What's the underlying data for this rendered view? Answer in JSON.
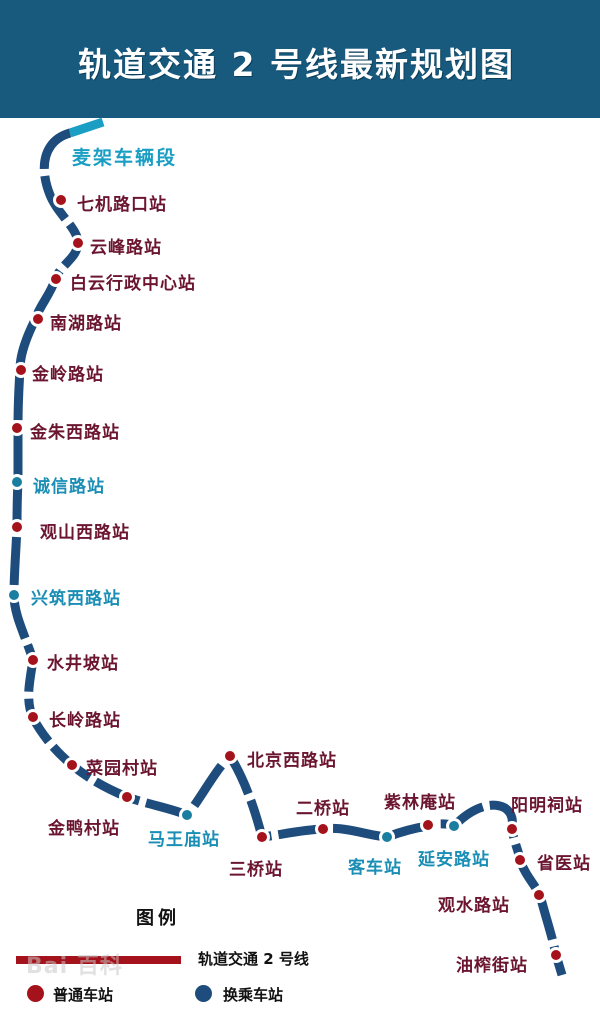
{
  "header": {
    "title": "轨道交通 2 号线最新规划图",
    "background": "#175a7e"
  },
  "depot": {
    "label": "麦架车辆段",
    "color": "#1a9ec4"
  },
  "colors": {
    "line": "#1e4c7c",
    "normal_station": "#a4121b",
    "transfer_station": "#1a7ea0",
    "normal_label": "#6b1530",
    "transfer_label": "#1a8eb5"
  },
  "stations": [
    {
      "name": "七机路口站",
      "type": "normal"
    },
    {
      "name": "云峰路站",
      "type": "normal"
    },
    {
      "name": "白云行政中心站",
      "type": "normal"
    },
    {
      "name": "南湖路站",
      "type": "normal"
    },
    {
      "name": "金岭路站",
      "type": "normal"
    },
    {
      "name": "金朱西路站",
      "type": "normal"
    },
    {
      "name": "诚信路站",
      "type": "transfer"
    },
    {
      "name": "观山西路站",
      "type": "normal"
    },
    {
      "name": "兴筑西路站",
      "type": "transfer"
    },
    {
      "name": "水井坡站",
      "type": "normal"
    },
    {
      "name": "长岭路站",
      "type": "normal"
    },
    {
      "name": "菜园村站",
      "type": "normal"
    },
    {
      "name": "金鸭村站",
      "type": "normal"
    },
    {
      "name": "马王庙站",
      "type": "transfer"
    },
    {
      "name": "北京西路站",
      "type": "normal"
    },
    {
      "name": "三桥站",
      "type": "normal"
    },
    {
      "name": "二桥站",
      "type": "normal"
    },
    {
      "name": "客车站",
      "type": "transfer"
    },
    {
      "name": "紫林庵站",
      "type": "normal"
    },
    {
      "name": "延安路站",
      "type": "transfer"
    },
    {
      "name": "阳明祠站",
      "type": "normal"
    },
    {
      "name": "省医站",
      "type": "normal"
    },
    {
      "name": "观水路站",
      "type": "normal"
    },
    {
      "name": "油榨街站",
      "type": "normal"
    }
  ],
  "legend": {
    "title": "图例",
    "line_label": "轨道交通 2 号线",
    "normal_station": "普通车站",
    "transfer_station": "换乘车站"
  },
  "watermark": "Bai 百科"
}
